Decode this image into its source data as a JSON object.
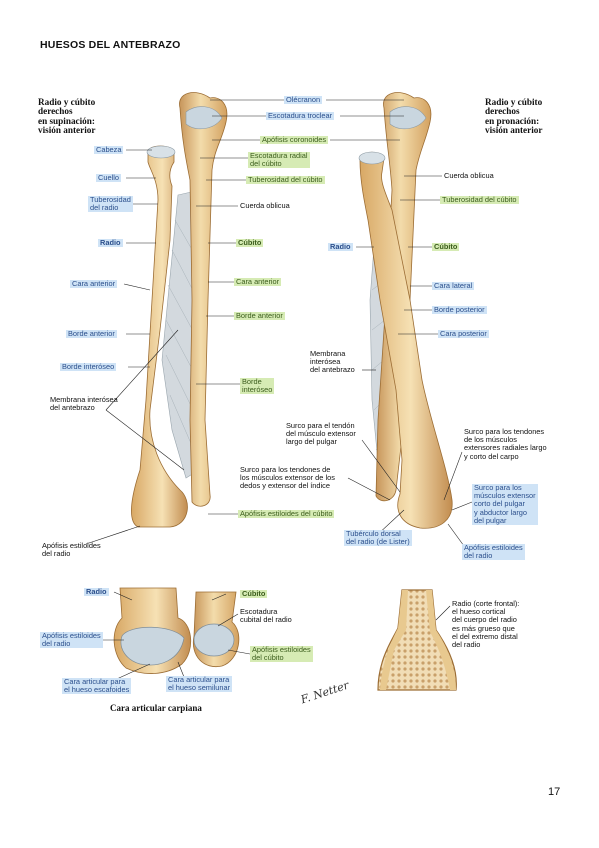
{
  "page": {
    "heading": "HUESOS DEL ANTEBRAZO",
    "number": "17"
  },
  "figure": {
    "title_left": "Radio y cúbito\nderechos\nen supinación:\nvisión anterior",
    "title_right": "Radio y cúbito\nderechos\nen pronación:\nvisión anterior",
    "labels": {
      "olecranon": "Olécranon",
      "escotadura_troclear": "Escotadura troclear",
      "apofisis_coronoides": "Apófisis coronoides",
      "cabeza": "Cabeza",
      "escotadura_radial": "Escotadura radial\ndel cúbito",
      "cuello": "Cuello",
      "tuberosidad_cubito_l": "Tuberosidad del cúbito",
      "tuberosidad_radio": "Tuberosidad\ndel radio",
      "cuerda_oblicua_l": "Cuerda oblicua",
      "radio_l": "Radio",
      "cubito_l": "Cúbito",
      "cara_anterior_l": "Cara anterior",
      "cara_anterior_r": "Cara anterior",
      "borde_anterior_r": "Borde anterior",
      "borde_anterior_l": "Borde anterior",
      "borde_interoseo_l": "Borde interóseo",
      "borde_interoseo_r": "Borde\ninteróseo",
      "membrana_l": "Membrana interósea\ndel antebrazo",
      "apofisis_estiloides_cubito": "Apófisis estiloides del cúbito",
      "apofisis_estiloides_radio_l": "Apófisis estiloides\ndel radio",
      "cuerda_oblicua_r": "Cuerda oblicua",
      "tuberosidad_cubito_r": "Tuberosidad del cúbito",
      "radio_r": "Radio",
      "cubito_r": "Cúbito",
      "cara_lateral": "Cara lateral",
      "borde_posterior": "Borde posterior",
      "cara_posterior": "Cara posterior",
      "membrana_r": "Membrana\ninterósea\ndel antebrazo",
      "surco_pulgar": "Surco para el tendón\ndel músculo extensor\nlargo del pulgar",
      "surco_radiales": "Surco para los tendones\nde los músculos\nextensores radiales largo\ny corto del carpo",
      "surco_dedos": "Surco para los tendones de\nlos músculos extensor de los\ndedos y extensor del índice",
      "surco_abductor": "Surco para los\nmúsculos extensor\ncorto del pulgar\ny abductor largo\ndel pulgar",
      "tuberculo_lister": "Tubérculo dorsal\ndel radio (de Lister)",
      "apofisis_estiloides_radio_r": "Apófisis estiloides\ndel radio",
      "radio_b": "Radio",
      "cubito_b": "Cúbito",
      "escotadura_cubital": "Escotadura\ncubital del radio",
      "apofisis_estiloides_radio_b": "Apófisis estiloides\ndel radio",
      "apofisis_estiloides_cubito_b": "Apófisis estiloides\ndel cúbito",
      "cara_escafoides": "Cara articular para\nel hueso escafoides",
      "cara_semilunar": "Cara articular para\nel hueso semilunar",
      "radio_corte": "Radio (corte frontal):\nel hueso cortical\ndel cuerpo del radio\nes más grueso que\nel del extremo distal\ndel radio"
    },
    "caption_carpal": "Cara articular carpiana",
    "signature": "F. Netter"
  },
  "colors": {
    "bone_light": "#f2d9a8",
    "bone_mid": "#e2b56e",
    "bone_dark": "#b88644",
    "cartilage": "#c9d6df",
    "membrane": "#cfd6dc",
    "label_blue": "#cfe3f6",
    "label_green": "#d6ebb4"
  }
}
